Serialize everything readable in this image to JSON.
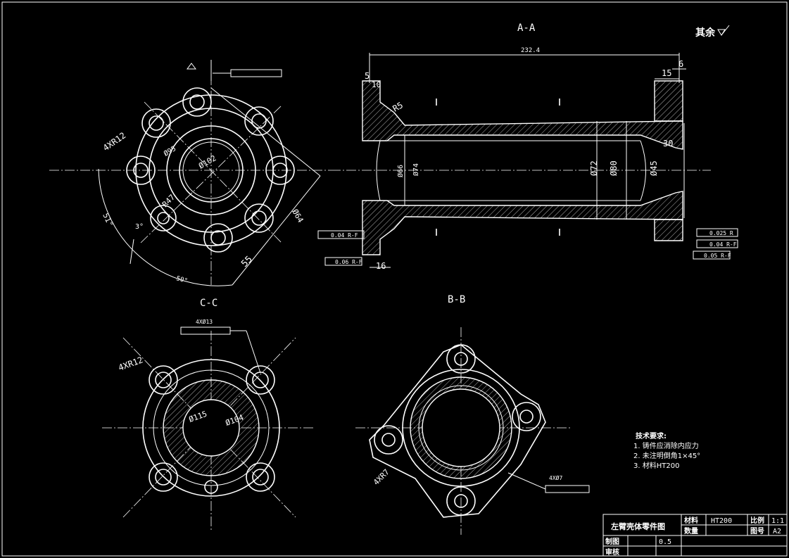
{
  "views": {
    "aa": "A-A",
    "bb": "B-B",
    "cc": "C-C"
  },
  "roughness_note": "其余",
  "tech_requirements": {
    "heading": "技术要求:",
    "items": [
      "1. 铸件应消除内应力",
      "2. 未注明倒角1×45°",
      "3. 材料HT200"
    ]
  },
  "title_block": {
    "part_name": "左臂壳体零件图",
    "material_label": "材料",
    "material_value": "HT200",
    "scale_label": "比例",
    "scale_value": "1:1",
    "quantity_label": "数量",
    "drawing_no_label": "图号",
    "drawing_no_value": "A2",
    "drafter_label": "制图",
    "drafter_value": "0.5",
    "reviewer_label": "审核"
  },
  "dimensions": {
    "flange_holes": "4XR12",
    "d95": "Ø95",
    "d102": "Ø102",
    "r47": "R47",
    "d64": "Ø64",
    "len55": "55",
    "ang51": "51°",
    "ang3": "3°",
    "ang50": "50°",
    "overall_len": "232.4",
    "d15": "15",
    "d6": "6",
    "d5": "5",
    "d10": "10",
    "r5": "R5",
    "d30": "30",
    "d72": "Ø72",
    "d80": "Ø80",
    "d45": "Ø45",
    "d66": "Ø66",
    "d74": "Ø74",
    "d16": "16",
    "tol_a": "0.04 R-F",
    "tol_b": "0.06 R-F",
    "tol_c": "0.025 R",
    "tol_d": "0.04 R-F",
    "tol_e": "0.05 R-F",
    "cc_holes": "4XR12",
    "cc_d115": "Ø115",
    "cc_d104": "Ø104",
    "cc_hole_note": "4XØ13",
    "bb_holes": "4XR7",
    "bb_hole_note": "4XØ7"
  }
}
